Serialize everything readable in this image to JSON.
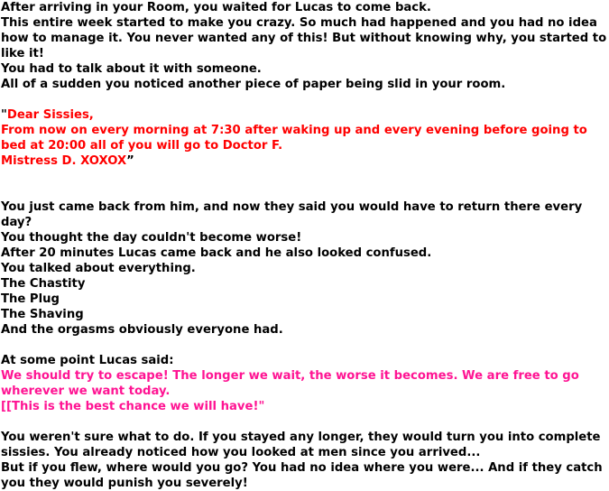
{
  "intro": [
    "After arriving in your Room, you waited for Lucas to come back.",
    "This entire week started to make you crazy. So much had happened and you had no idea how to manage it. You never wanted any of this! But without knowing why, you started to like it!",
    "You had to talk about it with someone.",
    "All of a sudden you noticed another piece of paper being slid in your room."
  ],
  "letter": {
    "open_quote": "\"",
    "greeting": "Dear Sissies,",
    "body": "From now on every morning at 7:30  after waking up and every evening before going to bed at 20:00 all of you will go to Doctor F.",
    "signature": "Mistress D. XOXOX",
    "close_quote": "”"
  },
  "middle": [
    "You just came back from him, and now they said you would have to return there every day?",
    "You thought the day couldn't become worse!",
    "After 20 minutes Lucas came back and he also looked confused.",
    "You talked about everything.",
    "The Chastity",
    "The Plug",
    "The Shaving",
    "And the orgasms obviously everyone had."
  ],
  "lucas": {
    "lead": "At some point Lucas said:",
    "line1": "We should try to escape! The longer we wait, the worse it becomes. We are free to go wherever we want today.",
    "line2": "[[This is the best chance we will have!\""
  },
  "ending": [
    "You weren't sure what to do. If you stayed any longer, they would turn you into complete sissies. You already noticed how you looked at men since you arrived...",
    "But if you flew, where would you go? You had no idea where you were... And if they catch you they would punish you severely!"
  ],
  "colors": {
    "text": "#000000",
    "letter": "#ff0000",
    "speech": "#ff1493",
    "background": "#ffffff"
  }
}
